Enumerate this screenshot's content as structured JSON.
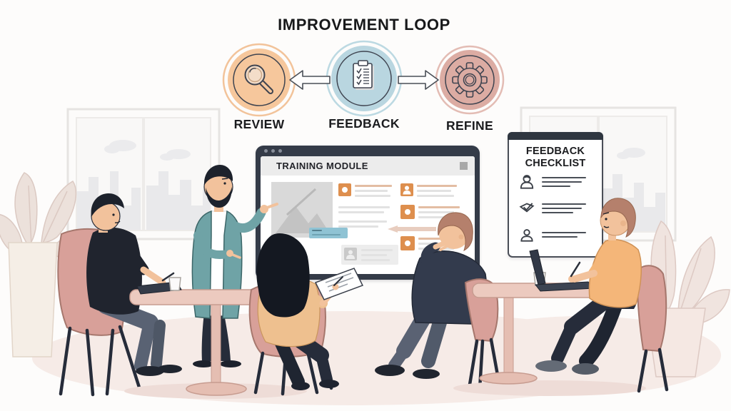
{
  "illustration_title": "IMPROVEMENT LOOP",
  "loop": {
    "steps": [
      {
        "label": "REVIEW",
        "icon": "magnifier-icon",
        "circle_color": "#f6c79c"
      },
      {
        "label": "FEEDBACK",
        "icon": "clipboard-checklist-icon",
        "circle_color": "#b9d6e0"
      },
      {
        "label": "REFINE",
        "icon": "gear-icon",
        "circle_color": "#dcaca3"
      }
    ],
    "arrows": [
      {
        "icon": "arrow-left-icon",
        "direction": "left"
      },
      {
        "icon": "arrow-right-icon",
        "direction": "right"
      }
    ]
  },
  "screen": {
    "title": "TRAINING MODULE"
  },
  "checklist": {
    "title": "FEEDBACK CHECKLIST",
    "items": [
      {
        "icon": "user-icon"
      },
      {
        "icon": "check-icon"
      },
      {
        "icon": "user-circle-icon"
      }
    ]
  },
  "scene": {
    "people": [
      "seated-man-taking-notes",
      "presenter-pointing-at-screen",
      "seated-woman-holding-tablet",
      "seated-man-thinking",
      "seated-man-with-laptop"
    ],
    "props": [
      "round-table-left",
      "round-table-right",
      "coffee-cups",
      "tablet",
      "laptop",
      "potted-plants",
      "windows-with-city-view"
    ]
  },
  "colors": {
    "background": "#fdfcfb",
    "review_circle": "#f6c79c",
    "feedback_circle": "#b9d6e0",
    "refine_circle": "#dcaca3",
    "screen_frame": "#343b48",
    "accent_orange": "#de8f4e",
    "accent_blue": "#8fc3d4",
    "chair_pink": "#d8a099",
    "table_pink": "#eccabf",
    "floor_shadow": "#f6ebe7"
  }
}
